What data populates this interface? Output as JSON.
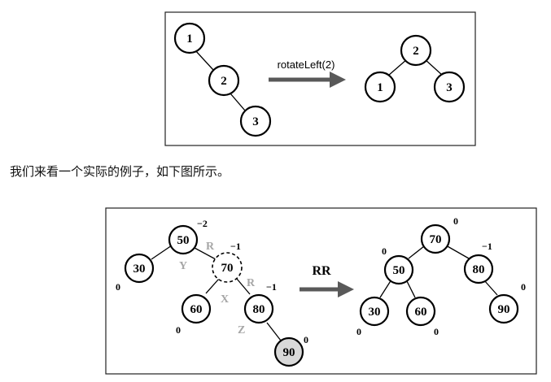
{
  "figure1": {
    "operation": "rotateLeft(2)",
    "before": {
      "nodes": [
        "1",
        "2",
        "3"
      ]
    },
    "after": {
      "nodes": [
        "2",
        "1",
        "3"
      ]
    }
  },
  "caption": "我们来看一个实际的例子，如下图所示。",
  "figure2": {
    "operation": "RR",
    "before": {
      "nodes": [
        "50",
        "30",
        "70",
        "60",
        "80",
        "90"
      ],
      "balances": [
        "−2",
        "0",
        "−1",
        "0",
        "−1",
        "0"
      ],
      "edge_labels": [
        "R",
        "Y",
        "R",
        "X",
        "Z"
      ]
    },
    "after": {
      "nodes": [
        "70",
        "50",
        "80",
        "30",
        "60",
        "90"
      ],
      "balances": [
        "0",
        "0",
        "−1",
        "0",
        "0",
        "0"
      ]
    }
  },
  "colors": {
    "highlight_fill": "#d9d9d9",
    "label_gray": "#a6a6a6",
    "arrow": "#595959"
  }
}
